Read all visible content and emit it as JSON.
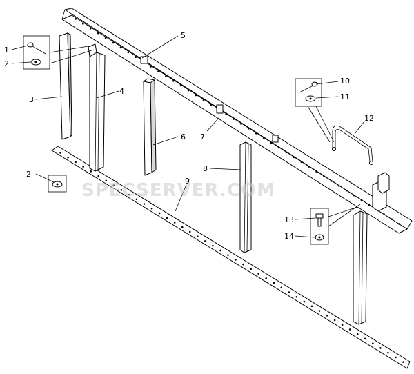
{
  "watermark": "SPECSERVER.COM",
  "callouts": {
    "c1": "1",
    "c2a": "2",
    "c2b": "2",
    "c3": "3",
    "c4": "4",
    "c5": "5",
    "c6": "6",
    "c7": "7",
    "c8": "8",
    "c9": "9",
    "c10": "10",
    "c11": "11",
    "c12": "12",
    "c13": "13",
    "c14": "14"
  }
}
